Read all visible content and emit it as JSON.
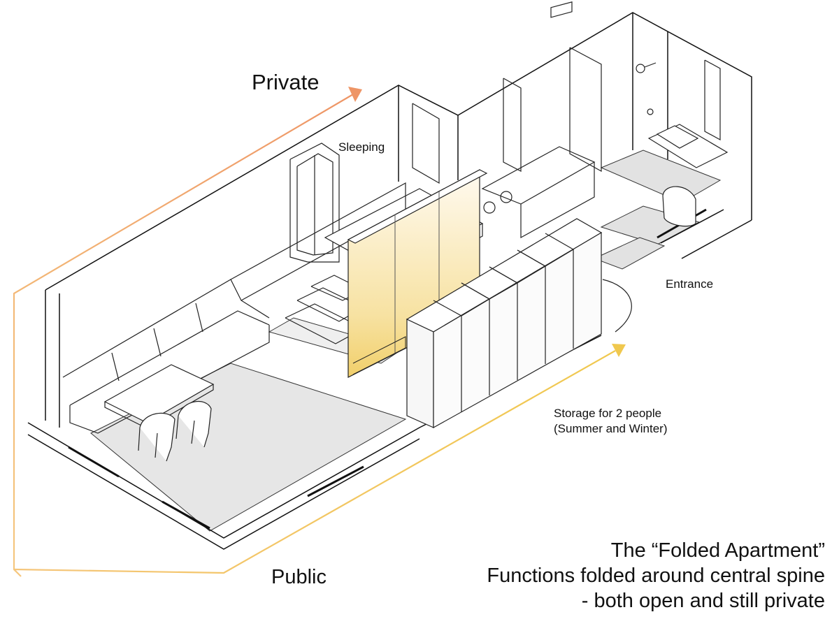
{
  "labels": {
    "private": "Private",
    "public": "Public",
    "sleeping": "Sleeping",
    "entrance": "Entrance",
    "storage_line1": "Storage for 2 people",
    "storage_line2": "(Summer and Winter)"
  },
  "caption": {
    "line1": "The “Folded Apartment”",
    "line2": "Functions folded around central spine",
    "line3": "- both open and still private"
  },
  "colors": {
    "arrow_private": "#f0a070",
    "arrow_public": "#f2c866",
    "accent_panel": "#f5d77a",
    "line": "#111111",
    "floor": "#e6e6e6"
  }
}
